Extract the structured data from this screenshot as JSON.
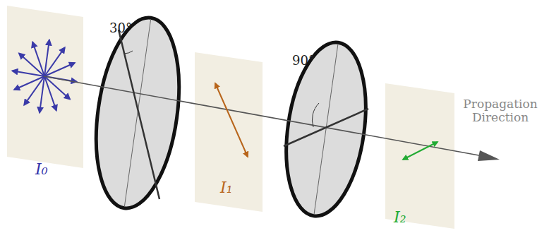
{
  "diagram": {
    "labels": [
      "30°",
      "90°",
      "I₀",
      "I₁",
      "I₂",
      "Propagation Direction"
    ]
  }
}
